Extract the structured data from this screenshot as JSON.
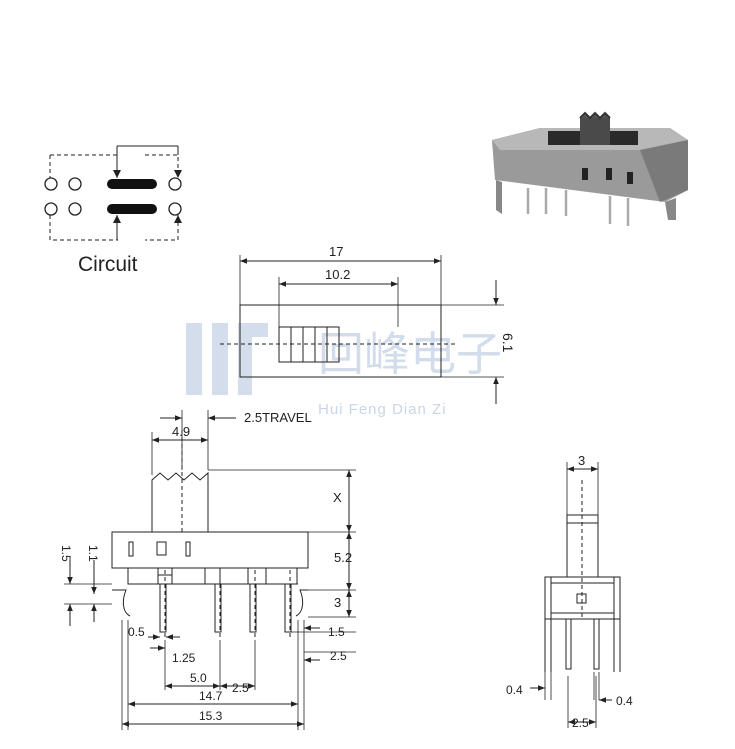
{
  "circuit": {
    "label": "Circuit"
  },
  "watermark": {
    "brand_cn": "回峰电子",
    "brand_en": "Hui Feng Dian Zi"
  },
  "top_view": {
    "dim_overall": "17",
    "dim_inner": "10.2",
    "dim_height": "6.1"
  },
  "front_view": {
    "dim_travel": "2.5TRAVEL",
    "dim_actuator": "4.9",
    "dim_x": "X",
    "dim_body": "5.2",
    "dim_pin": "3",
    "dim_left_a": "1.5",
    "dim_left_b": "1.1",
    "dim_pin_w": "0.5",
    "dim_1_25": "1.25",
    "dim_5_0": "5.0",
    "dim_2_5": "2.5",
    "dim_14_7": "14.7",
    "dim_15_3": "15.3",
    "dim_right_1_5": "1.5",
    "dim_right_2_5": "2.5"
  },
  "side_view": {
    "dim_top": "3",
    "dim_left": "0.4",
    "dim_right": "0.4",
    "dim_pitch": "2.5"
  },
  "colors": {
    "line": "#222222",
    "watermark": "#9fb3d4",
    "photo_body": "#8a8a8a"
  }
}
